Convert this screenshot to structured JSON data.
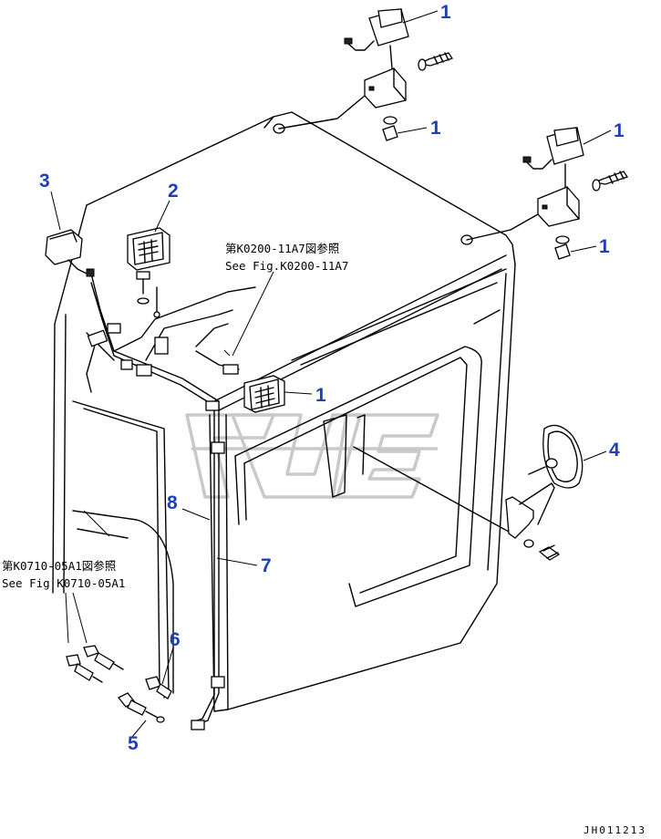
{
  "callouts": {
    "c1a": "1",
    "c1b": "1",
    "c1c": "1",
    "c1d": "1",
    "c1e": "1",
    "c2": "2",
    "c3": "3",
    "c4": "4",
    "c5": "5",
    "c6": "6",
    "c7": "7",
    "c8": "8"
  },
  "references": {
    "top_jp": "第K0200-11A7図参照",
    "top_en": "See Fig.K0200-11A7",
    "left_jp": "第K0710-05A1図参照",
    "left_en": "See Fig K0710-05A1"
  },
  "drawing_code": "JH011213",
  "colors": {
    "callout_text": "#1f3fb8",
    "line": "#000000",
    "watermark": "#c9c9c9"
  }
}
